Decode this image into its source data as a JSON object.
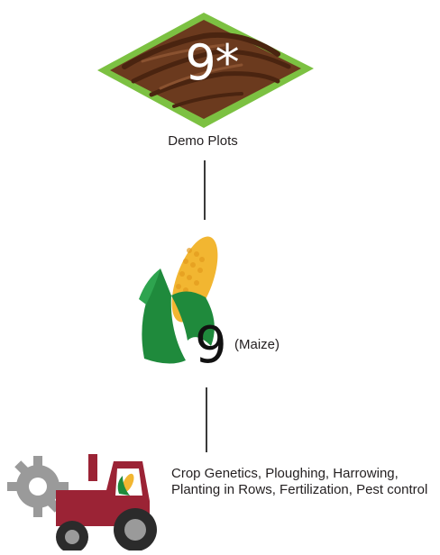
{
  "demo_plots": {
    "count": "9*",
    "label": "Demo Plots"
  },
  "maize": {
    "count": "9",
    "note": "(Maize)"
  },
  "practices": {
    "text": "Crop Genetics,  Ploughing, Harrowing, Planting in Rows, Fertilization, Pest control"
  },
  "colors": {
    "soil": "#6b3a1e",
    "grass": "#7cc142",
    "maize_husk": "#1f8a3c",
    "kernel": "#f2b631",
    "tractor_body": "#9b2335",
    "gear": "#9a9a9a",
    "connector": "#3a3a3a"
  },
  "icons": [
    "soil-plot-icon",
    "maize-cob-icon",
    "tractor-icon",
    "gear-icon"
  ]
}
